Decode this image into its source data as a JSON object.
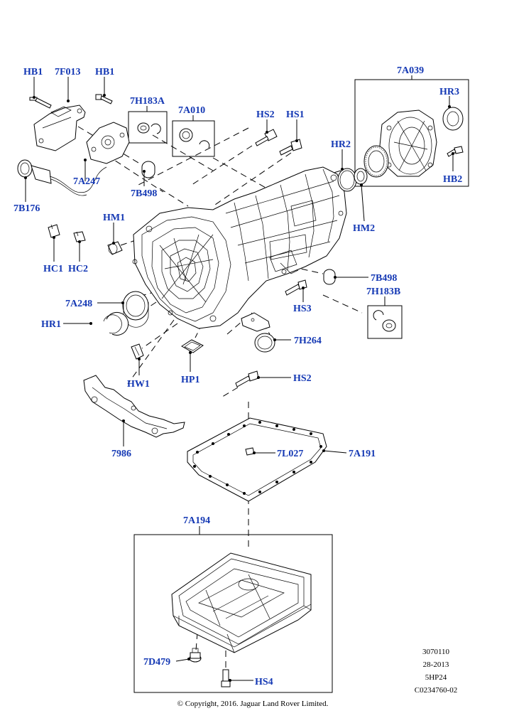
{
  "callouts": {
    "hb1_a": "HB1",
    "f7013": "7F013",
    "hb1_b": "HB1",
    "a7039": "7A039",
    "hr3": "HR3",
    "h7183a": "7H183A",
    "a7010": "7A010",
    "hs2_a": "HS2",
    "hs1": "HS1",
    "hr2": "HR2",
    "hb2": "HB2",
    "a7247": "7A247",
    "b7176": "7B176",
    "b7498_a": "7B498",
    "hm1": "HM1",
    "hm2": "HM2",
    "hc1": "HC1",
    "hc2": "HC2",
    "b7498_b": "7B498",
    "h7183b": "7H183B",
    "a7248": "7A248",
    "hs3": "HS3",
    "hr1": "HR1",
    "h7264": "7H264",
    "hw1": "HW1",
    "hp1": "HP1",
    "hs2_b": "HS2",
    "l7027": "7L027",
    "a7191": "7A191",
    "n7986": "7986",
    "a7194": "7A194",
    "d7479": "7D479",
    "hs4": "HS4"
  },
  "reference": {
    "line1": "3070110",
    "line2": "28-2013",
    "line3": "5HP24",
    "line4": "C0234760-02"
  },
  "copyright": "© Copyright, 2016. Jaguar Land Rover Limited."
}
